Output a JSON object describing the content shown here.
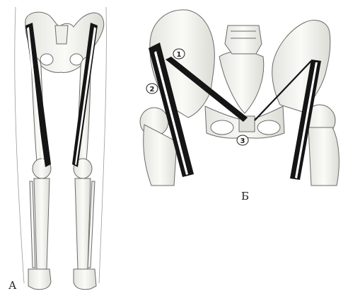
{
  "panels": {
    "a": {
      "label": "А"
    },
    "b": {
      "label": "Б"
    }
  },
  "markers": [
    "1",
    "2",
    "3"
  ],
  "colors": {
    "bone_outline": "#6b6b6b",
    "bone_fill": "#f6f6f3",
    "muscle": "#151515",
    "background": "#ffffff"
  }
}
